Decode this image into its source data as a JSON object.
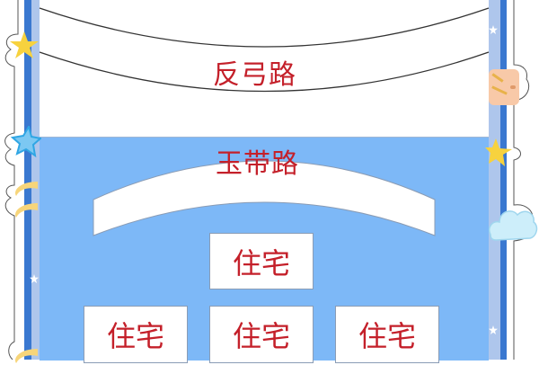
{
  "diagram": {
    "roads": [
      {
        "id": "fangong",
        "label": "反弓路",
        "shape": "concave-band"
      },
      {
        "id": "yudai",
        "label": "玉带路",
        "shape": "convex-arc-band"
      }
    ],
    "houses": [
      {
        "label": "住宅",
        "position": "top-center"
      },
      {
        "label": "住宅",
        "position": "bottom-left"
      },
      {
        "label": "住宅",
        "position": "bottom-center"
      },
      {
        "label": "住宅",
        "position": "bottom-right"
      }
    ]
  },
  "colors": {
    "label_red": "#c4202a",
    "blue_zone": "#7db8f7",
    "rail_dark": "#3a78d0",
    "rail_light": "#aec6ec",
    "star_yellow": "#f7d23e",
    "star_blue": "#4cb6ee"
  },
  "decorations": [
    "star-yellow",
    "star-blue",
    "moon",
    "face-block",
    "cloud",
    "small-white-stars"
  ]
}
